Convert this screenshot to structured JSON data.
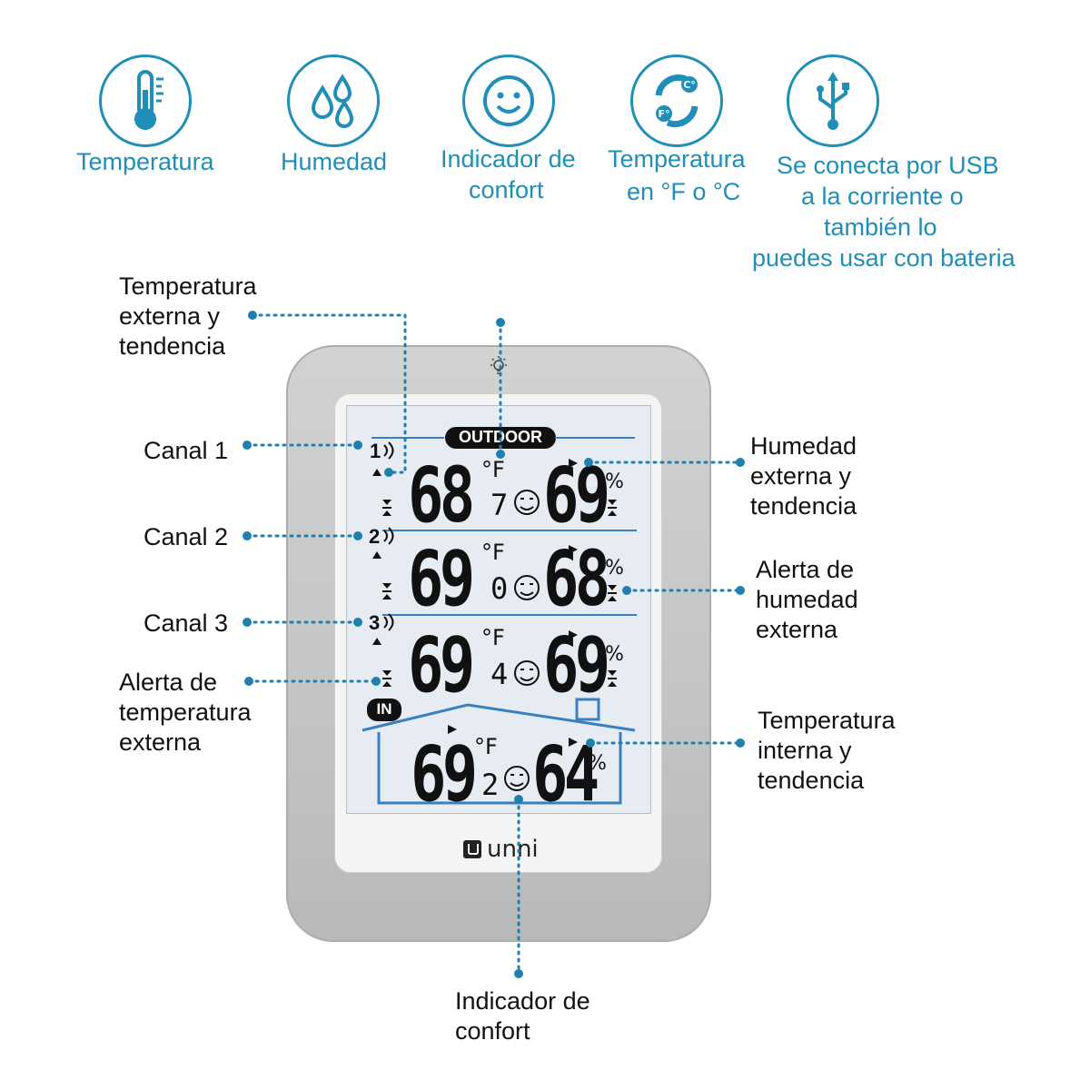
{
  "features": [
    {
      "icon": "thermometer-icon",
      "lines": [
        "Temperatura"
      ]
    },
    {
      "icon": "water-drops-icon",
      "lines": [
        "Humedad"
      ]
    },
    {
      "icon": "smiley-icon",
      "lines": [
        "Indicador de",
        "confort"
      ]
    },
    {
      "icon": "f-c-switch-icon",
      "lines": [
        "Temperatura",
        "en °F o °C"
      ]
    },
    {
      "icon": "usb-icon",
      "lines": [
        "Se conecta por USB",
        "a la corriente o",
        "también lo",
        "puedes usar con bateria"
      ]
    }
  ],
  "callouts": {
    "outdoor_temp": [
      "Temperatura",
      "externa y",
      "tendencia"
    ],
    "canal1": [
      "Canal 1"
    ],
    "canal2": [
      "Canal 2"
    ],
    "canal3": [
      "Canal 3"
    ],
    "temp_alert": [
      "Alerta de",
      "temperatura",
      "externa"
    ],
    "outdoor_humidity": [
      "Humedad",
      "externa y",
      "tendencia"
    ],
    "humidity_alert": [
      "Alerta de",
      "humedad",
      "externa"
    ],
    "indoor_temp": [
      "Temperatura",
      "interna y",
      "tendencia"
    ],
    "comfort": [
      "Indicador de",
      "confort"
    ]
  },
  "display": {
    "outdoor_badge": "OUTDOOR",
    "in_badge": "IN",
    "temp_unit": "°F",
    "humidity_unit": "%",
    "channels": [
      {
        "num": "1",
        "temp_int": "68",
        "temp_dec": "7",
        "humidity": "69"
      },
      {
        "num": "2",
        "temp_int": "69",
        "temp_dec": "0",
        "humidity": "68"
      },
      {
        "num": "3",
        "temp_int": "69",
        "temp_dec": "4",
        "humidity": "69"
      }
    ],
    "indoor": {
      "temp_int": "69",
      "temp_dec": "2",
      "humidity": "64"
    },
    "brand": "unni"
  },
  "colors": {
    "accent": "#1f8fb8",
    "dotted": "#1f7fae",
    "house_line": "#3a7fc0"
  }
}
